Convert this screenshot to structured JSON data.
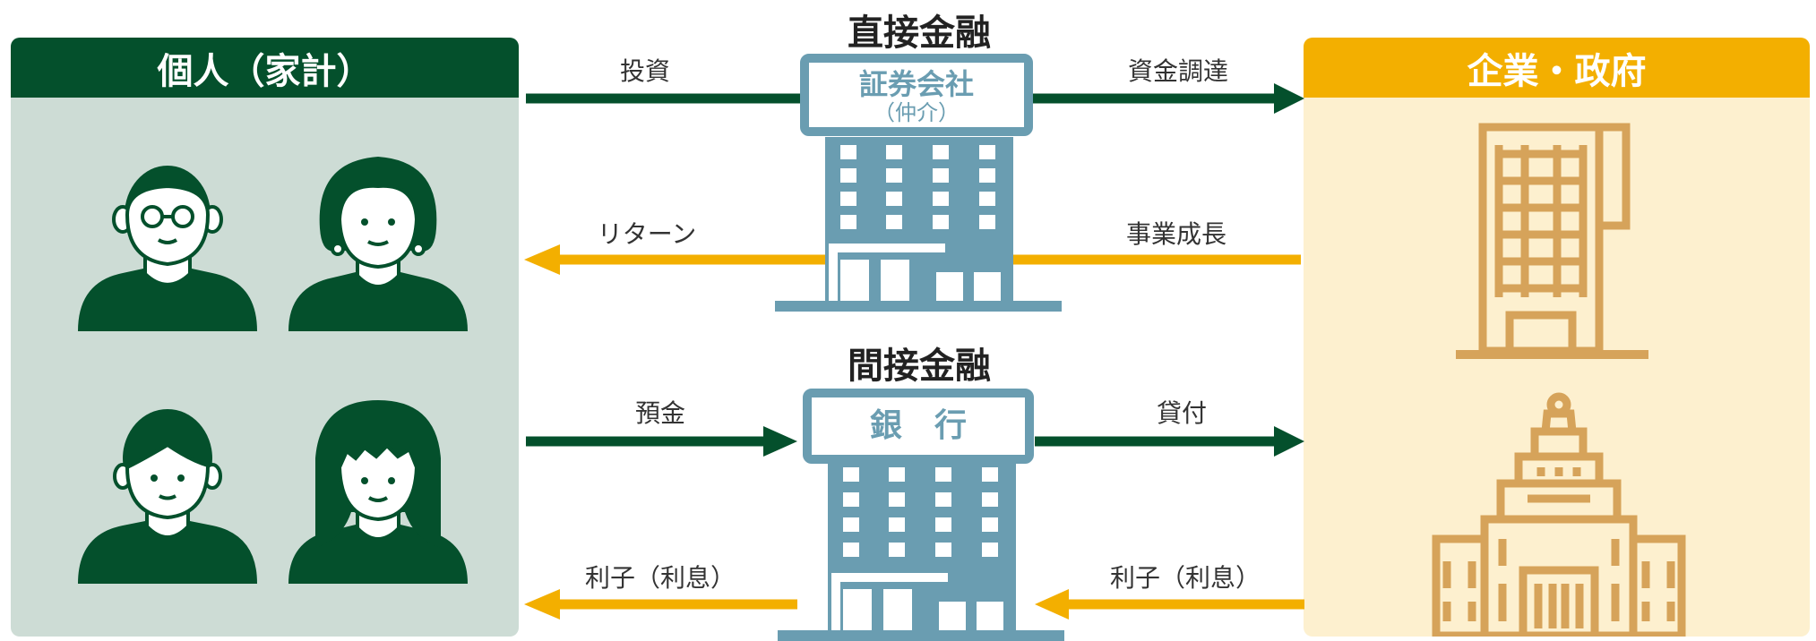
{
  "left_panel": {
    "title": "個人（家計）"
  },
  "right_panel": {
    "title": "企業・政府"
  },
  "direct": {
    "title": "直接金融",
    "intermediary_name": "証券会社",
    "intermediary_note": "（仲介）",
    "flow_invest": "投資",
    "flow_funding": "資金調達",
    "flow_return": "リターン",
    "flow_growth": "事業成長"
  },
  "indirect": {
    "title": "間接金融",
    "intermediary_name": "銀　行",
    "flow_deposit": "預金",
    "flow_loan": "貸付",
    "flow_interest_left": "利子（利息）",
    "flow_interest_right": "利子（利息）"
  },
  "colors": {
    "dark_green": "#04502c",
    "light_green": "#cddcd5",
    "orange": "#f3af00",
    "light_orange": "#fdf0cf",
    "building_blue": "#6a9db1",
    "building_tan": "#d6a35a"
  }
}
